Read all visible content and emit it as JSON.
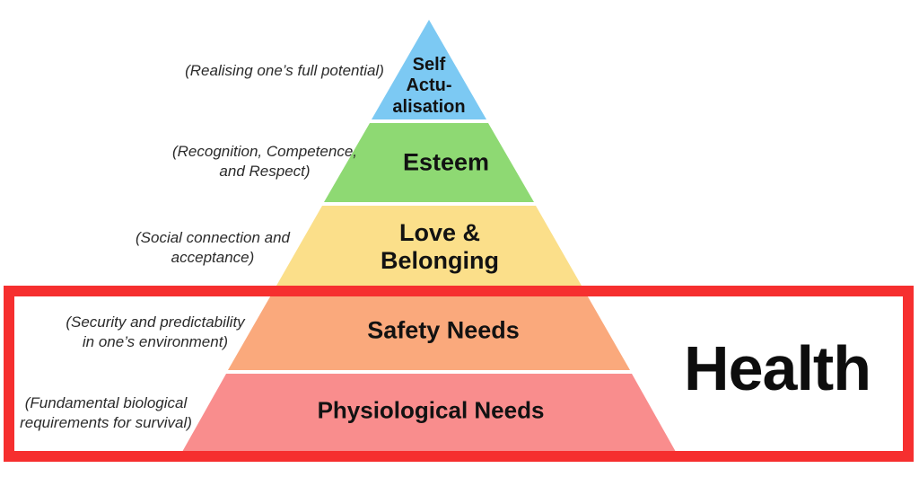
{
  "diagram": {
    "type": "pyramid-hierarchy",
    "levels": [
      {
        "name": "self-actualisation",
        "label": "Self\nActu-\nalisation",
        "annotation": "(Realising one’s full potential)",
        "color": "#7cc9f3"
      },
      {
        "name": "esteem",
        "label": "Esteem",
        "annotation": "(Recognition, Competence,\nand Respect)",
        "color": "#8ed973"
      },
      {
        "name": "love-belonging",
        "label": "Love &\nBelonging",
        "annotation": "(Social connection and\nacceptance)",
        "color": "#fbdf8a"
      },
      {
        "name": "safety-needs",
        "label": "Safety Needs",
        "annotation": "(Security and predictability\nin one’s environment)",
        "color": "#faa97c"
      },
      {
        "name": "physiological-needs",
        "label": "Physiological Needs",
        "annotation": "(Fundamental biological\nrequirements for survival)",
        "color": "#f98d8d"
      }
    ],
    "highlight": {
      "label": "Health",
      "box_color": "#f62f2f"
    }
  }
}
